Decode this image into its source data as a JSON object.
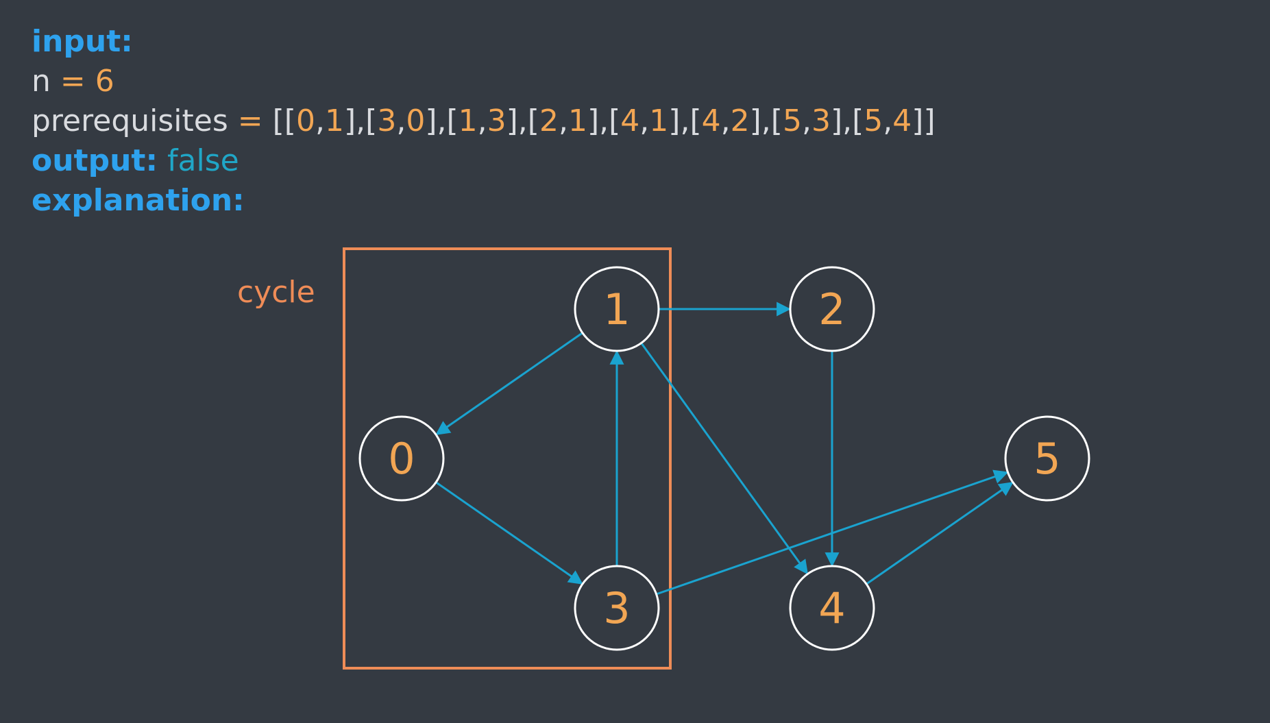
{
  "header": {
    "input_label": "input:",
    "n_name": "n",
    "n_op": "=",
    "n_value": "6",
    "prereq_name": "prerequisites",
    "prereq_op": "=",
    "prereq_tokens": [
      {
        "t": "[[",
        "k": "plain"
      },
      {
        "t": "0",
        "k": "num"
      },
      {
        "t": ",",
        "k": "plain"
      },
      {
        "t": "1",
        "k": "num"
      },
      {
        "t": "],[",
        "k": "plain"
      },
      {
        "t": "3",
        "k": "num"
      },
      {
        "t": ",",
        "k": "plain"
      },
      {
        "t": "0",
        "k": "num"
      },
      {
        "t": "],[",
        "k": "plain"
      },
      {
        "t": "1",
        "k": "num"
      },
      {
        "t": ",",
        "k": "plain"
      },
      {
        "t": "3",
        "k": "num"
      },
      {
        "t": "],[",
        "k": "plain"
      },
      {
        "t": "2",
        "k": "num"
      },
      {
        "t": ",",
        "k": "plain"
      },
      {
        "t": "1",
        "k": "num"
      },
      {
        "t": "],[",
        "k": "plain"
      },
      {
        "t": "4",
        "k": "num"
      },
      {
        "t": ",",
        "k": "plain"
      },
      {
        "t": "1",
        "k": "num"
      },
      {
        "t": "],[",
        "k": "plain"
      },
      {
        "t": "4",
        "k": "num"
      },
      {
        "t": ",",
        "k": "plain"
      },
      {
        "t": "2",
        "k": "num"
      },
      {
        "t": "],[",
        "k": "plain"
      },
      {
        "t": "5",
        "k": "num"
      },
      {
        "t": ",",
        "k": "plain"
      },
      {
        "t": "3",
        "k": "num"
      },
      {
        "t": "],[",
        "k": "plain"
      },
      {
        "t": "5",
        "k": "num"
      },
      {
        "t": ",",
        "k": "plain"
      },
      {
        "t": "4",
        "k": "num"
      },
      {
        "t": "]]",
        "k": "plain"
      }
    ],
    "output_label": "output:",
    "output_value": "false",
    "explanation_label": "explanation:"
  },
  "graph": {
    "cycle_label": "cycle",
    "nodes": [
      "0",
      "1",
      "2",
      "3",
      "4",
      "5"
    ],
    "edges": [
      {
        "from": "1",
        "to": "0"
      },
      {
        "from": "0",
        "to": "3"
      },
      {
        "from": "3",
        "to": "1"
      },
      {
        "from": "1",
        "to": "2"
      },
      {
        "from": "1",
        "to": "4"
      },
      {
        "from": "2",
        "to": "4"
      },
      {
        "from": "3",
        "to": "5"
      },
      {
        "from": "4",
        "to": "5"
      }
    ],
    "cycle_nodes": [
      "0",
      "1",
      "3"
    ]
  },
  "colors": {
    "background": "#343a42",
    "keyword": "#2ea2ee",
    "number": "#f2a654",
    "edge": "#1aa3cf",
    "node_stroke": "#ffffff",
    "cycle_box": "#ef8c57"
  }
}
